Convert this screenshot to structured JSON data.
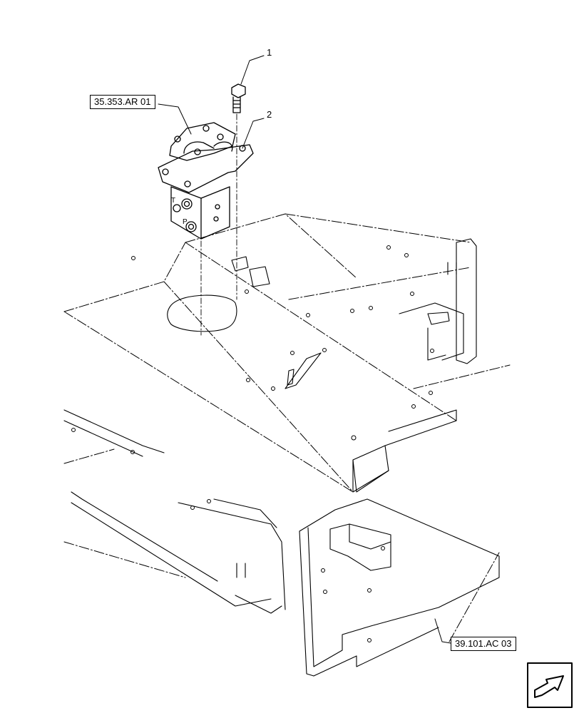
{
  "references": {
    "top_ref": "35.353.AR 01",
    "bottom_ref": "39.101.AC 03"
  },
  "callouts": {
    "item_1": "1",
    "item_2": "2"
  },
  "ports": {
    "t": "T",
    "p": "P"
  },
  "icons": {
    "navigation": "next-page-arrow-icon"
  },
  "colors": {
    "line": "#000000",
    "background": "#ffffff"
  }
}
